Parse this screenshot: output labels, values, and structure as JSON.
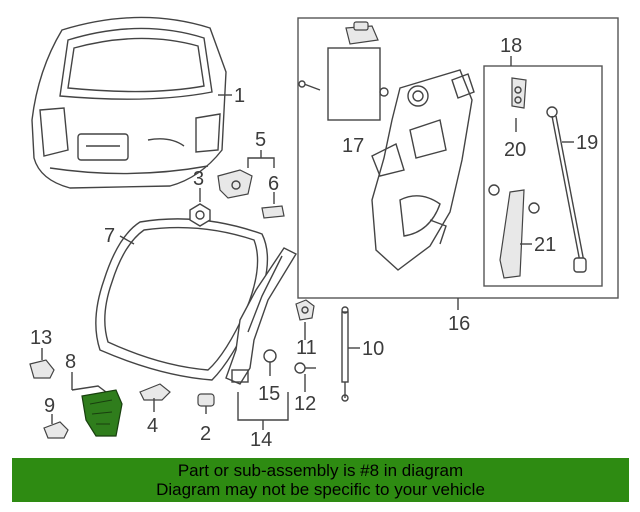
{
  "callouts": [
    "1",
    "2",
    "3",
    "4",
    "5",
    "6",
    "7",
    "8",
    "9",
    "10",
    "11",
    "12",
    "13",
    "14",
    "15",
    "16",
    "17",
    "18",
    "19",
    "20",
    "21"
  ],
  "colors": {
    "banner_bg": "#2e8b12",
    "highlight_part": "#2f7d1c",
    "line": "#444444"
  },
  "banner": {
    "line1": "Part or sub-assembly is #8 in diagram",
    "line2": "Diagram may not be specific to your vehicle"
  },
  "highlighted_callout": "8"
}
